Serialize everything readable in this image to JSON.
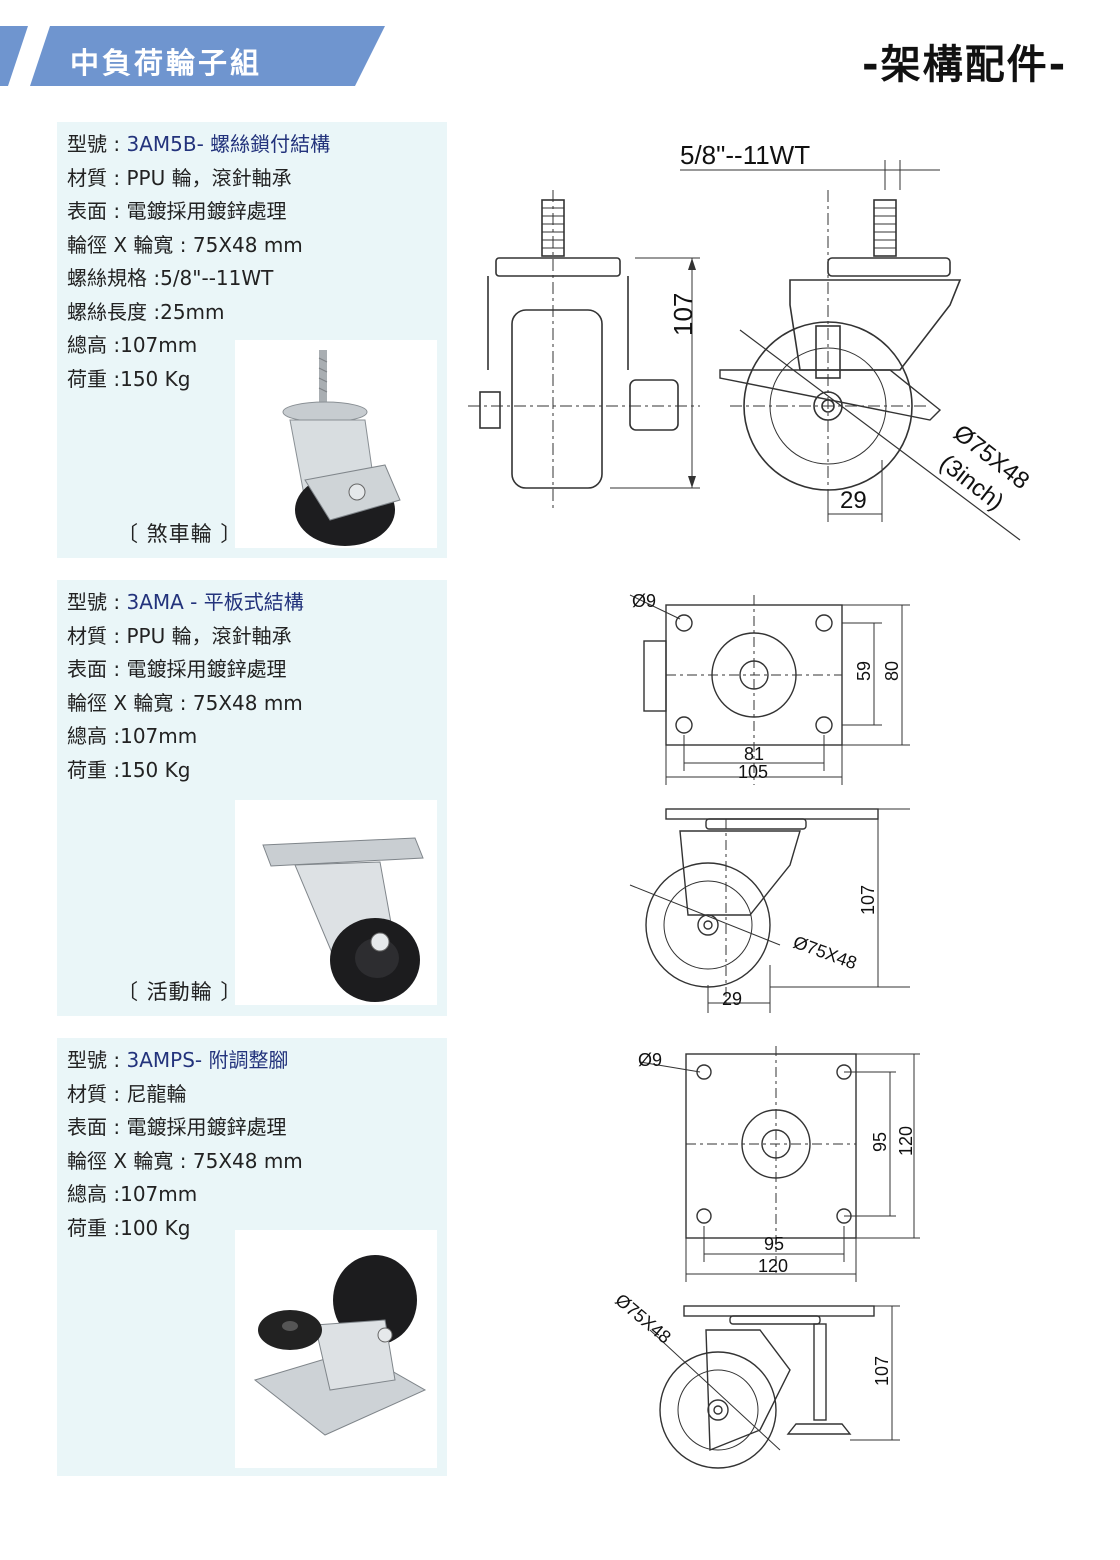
{
  "header": {
    "series_title": "中負荷輪子組",
    "category": "-架構配件-"
  },
  "products": [
    {
      "model_label": "型號 :",
      "model_value": "3AM5B- 螺絲鎖付結構",
      "specs": [
        "材質 : PPU 輪，滾針軸承",
        "表面 : 電鍍採用鍍鋅處理",
        "輪徑 X 輪寬 : 75X48 mm",
        "螺絲規格 :5/8\"--11WT",
        "螺絲長度 :25mm",
        "總高 :107mm",
        "荷重 :150 Kg"
      ],
      "caption": "〔 煞車輪 〕",
      "drawing": {
        "thread": "5/8\"--11WT",
        "height": "107",
        "wheel": "Ø75X48",
        "wheel_inch": "(3inch)",
        "offset": "29"
      }
    },
    {
      "model_label": "型號 :",
      "model_value": "3AMA - 平板式結構",
      "specs": [
        "材質 : PPU 輪，滾針軸承",
        "表面 : 電鍍採用鍍鋅處理",
        "輪徑 X 輪寬 : 75X48 mm",
        "總高 :107mm",
        "荷重 :150 Kg"
      ],
      "caption": "〔 活動輪 〕",
      "drawing": {
        "hole": "Ø9",
        "dim_59": "59",
        "dim_80": "80",
        "dim_81": "81",
        "dim_105": "105",
        "height": "107",
        "wheel": "Ø75X48",
        "offset": "29"
      }
    },
    {
      "model_label": "型號 :",
      "model_value": "3AMPS- 附調整腳",
      "specs": [
        "材質 : 尼龍輪",
        "表面 : 電鍍採用鍍鋅處理",
        "輪徑 X 輪寬 : 75X48 mm",
        "總高 :107mm",
        "荷重 :100 Kg"
      ],
      "caption": "",
      "drawing": {
        "hole": "Ø9",
        "dim_95_v": "95",
        "dim_120_v": "120",
        "dim_95_h": "95",
        "dim_120_h": "120",
        "wheel": "Ø75X48",
        "height": "107"
      }
    }
  ],
  "colors": {
    "header_band": "#6f95cf",
    "panel_bg": "#eaf6f8",
    "model_value": "#23337c"
  }
}
